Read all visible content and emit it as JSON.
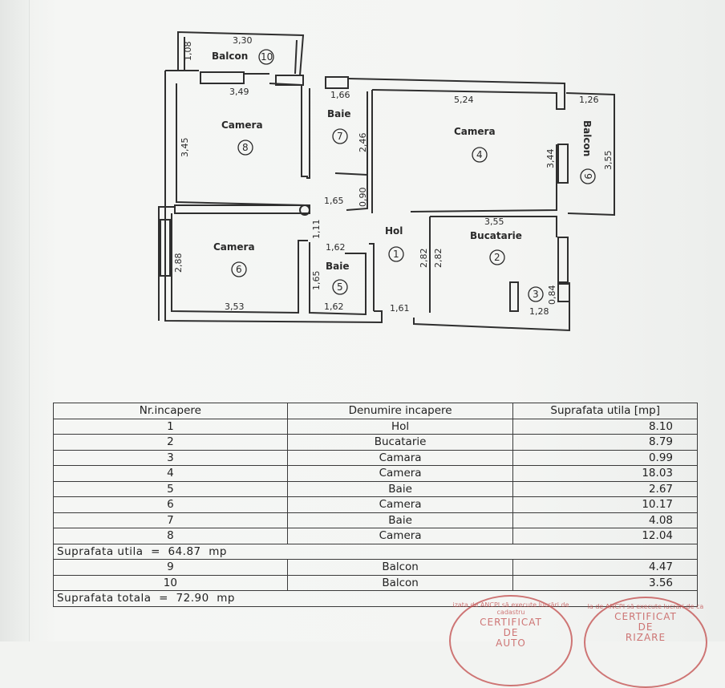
{
  "plan": {
    "rooms": [
      {
        "id": "balcon-10",
        "name": "Balcon",
        "num": "10"
      },
      {
        "id": "camera-8",
        "name": "Camera",
        "num": "8"
      },
      {
        "id": "baie-7",
        "name": "Baie",
        "num": "7"
      },
      {
        "id": "camera-4",
        "name": "Camera",
        "num": "4"
      },
      {
        "id": "balcon-9",
        "name": "Balcon",
        "num": "9"
      },
      {
        "id": "hol-1",
        "name": "Hol",
        "num": "1"
      },
      {
        "id": "bucatarie-2",
        "name": "Bucatarie",
        "num": "2"
      },
      {
        "id": "camera-6",
        "name": "Camera",
        "num": "6"
      },
      {
        "id": "baie-5",
        "name": "Baie",
        "num": "5"
      },
      {
        "id": "camara-3",
        "name": "",
        "num": "3"
      }
    ],
    "dimensions": [
      "3,30",
      "1,08",
      "3,49",
      "1,66",
      "5,24",
      "1,26",
      "3,45",
      "2,46",
      "3,44",
      "3,55",
      "0,90",
      "1,65",
      "1,11",
      "3,55",
      "1,62",
      "2,88",
      "2,82",
      "2,82",
      "1,65",
      "0,84",
      "3,53",
      "1,62",
      "1,61",
      "1,28"
    ]
  },
  "table": {
    "headers": [
      "Nr.incapere",
      "Denumire incapere",
      "Suprafata utila [mp]"
    ],
    "rows": [
      [
        "1",
        "Hol",
        "8.10"
      ],
      [
        "2",
        "Bucatarie",
        "8.79"
      ],
      [
        "3",
        "Camara",
        "0.99"
      ],
      [
        "4",
        "Camera",
        "18.03"
      ],
      [
        "5",
        "Baie",
        "2.67"
      ],
      [
        "6",
        "Camera",
        "10.17"
      ],
      [
        "7",
        "Baie",
        "4.08"
      ],
      [
        "8",
        "Camera",
        "12.04"
      ]
    ],
    "subtotal": "Suprafata utila  =  64.87  mp",
    "balcony_rows": [
      [
        "9",
        "Balcon",
        "4.47"
      ],
      [
        "10",
        "Balcon",
        "3.56"
      ]
    ],
    "total": "Suprafata totala  =  72.90  mp"
  },
  "stamps": [
    {
      "ring": "izata de ANCPI să execute lucrări de cadastru",
      "line1": "CERTIFICAT",
      "line2": "DE",
      "line3": "AUTO"
    },
    {
      "ring": "la de ANCPI să execute lucrări de ca",
      "line1": "CERTIFICAT",
      "line2": "DE",
      "line3": "RIZARE"
    }
  ],
  "colors": {
    "ink": "#2a2a2a",
    "stamp": "#c24b4b",
    "paper": "#f4f5f3"
  }
}
